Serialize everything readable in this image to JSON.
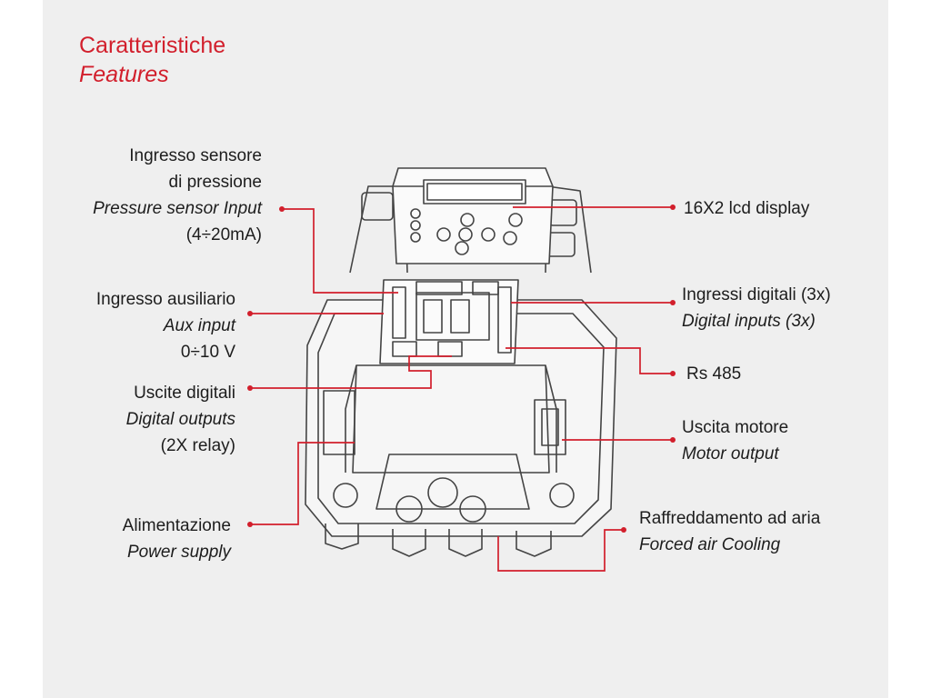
{
  "title": {
    "primary": "Caratteristiche",
    "secondary": "Features"
  },
  "colors": {
    "accent": "#d21f2c",
    "panel": "#efefef",
    "text": "#1d1d1d",
    "line": "#444444"
  },
  "callouts": {
    "pressure_sensor": {
      "lines": [
        "Ingresso sensore",
        "di pressione"
      ],
      "italic": "Pressure sensor Input",
      "note": "(4÷20mA)"
    },
    "aux_input": {
      "line": "Ingresso ausiliario",
      "italic": "Aux input",
      "note": "0÷10 V"
    },
    "digital_outputs": {
      "line": "Uscite digitali",
      "italic": "Digital outputs",
      "note": "(2X relay)"
    },
    "power_supply": {
      "line": "Alimentazione",
      "italic": "Power supply"
    },
    "lcd_display": {
      "line": "16X2 lcd display"
    },
    "digital_inputs": {
      "line": "Ingressi digitali (3x)",
      "italic": "Digital inputs (3x)"
    },
    "rs485": {
      "line": "Rs 485"
    },
    "motor_output": {
      "line": "Uscita motore",
      "italic": "Motor output"
    },
    "cooling": {
      "line": "Raffreddamento ad aria",
      "italic": "Forced air Cooling"
    }
  }
}
